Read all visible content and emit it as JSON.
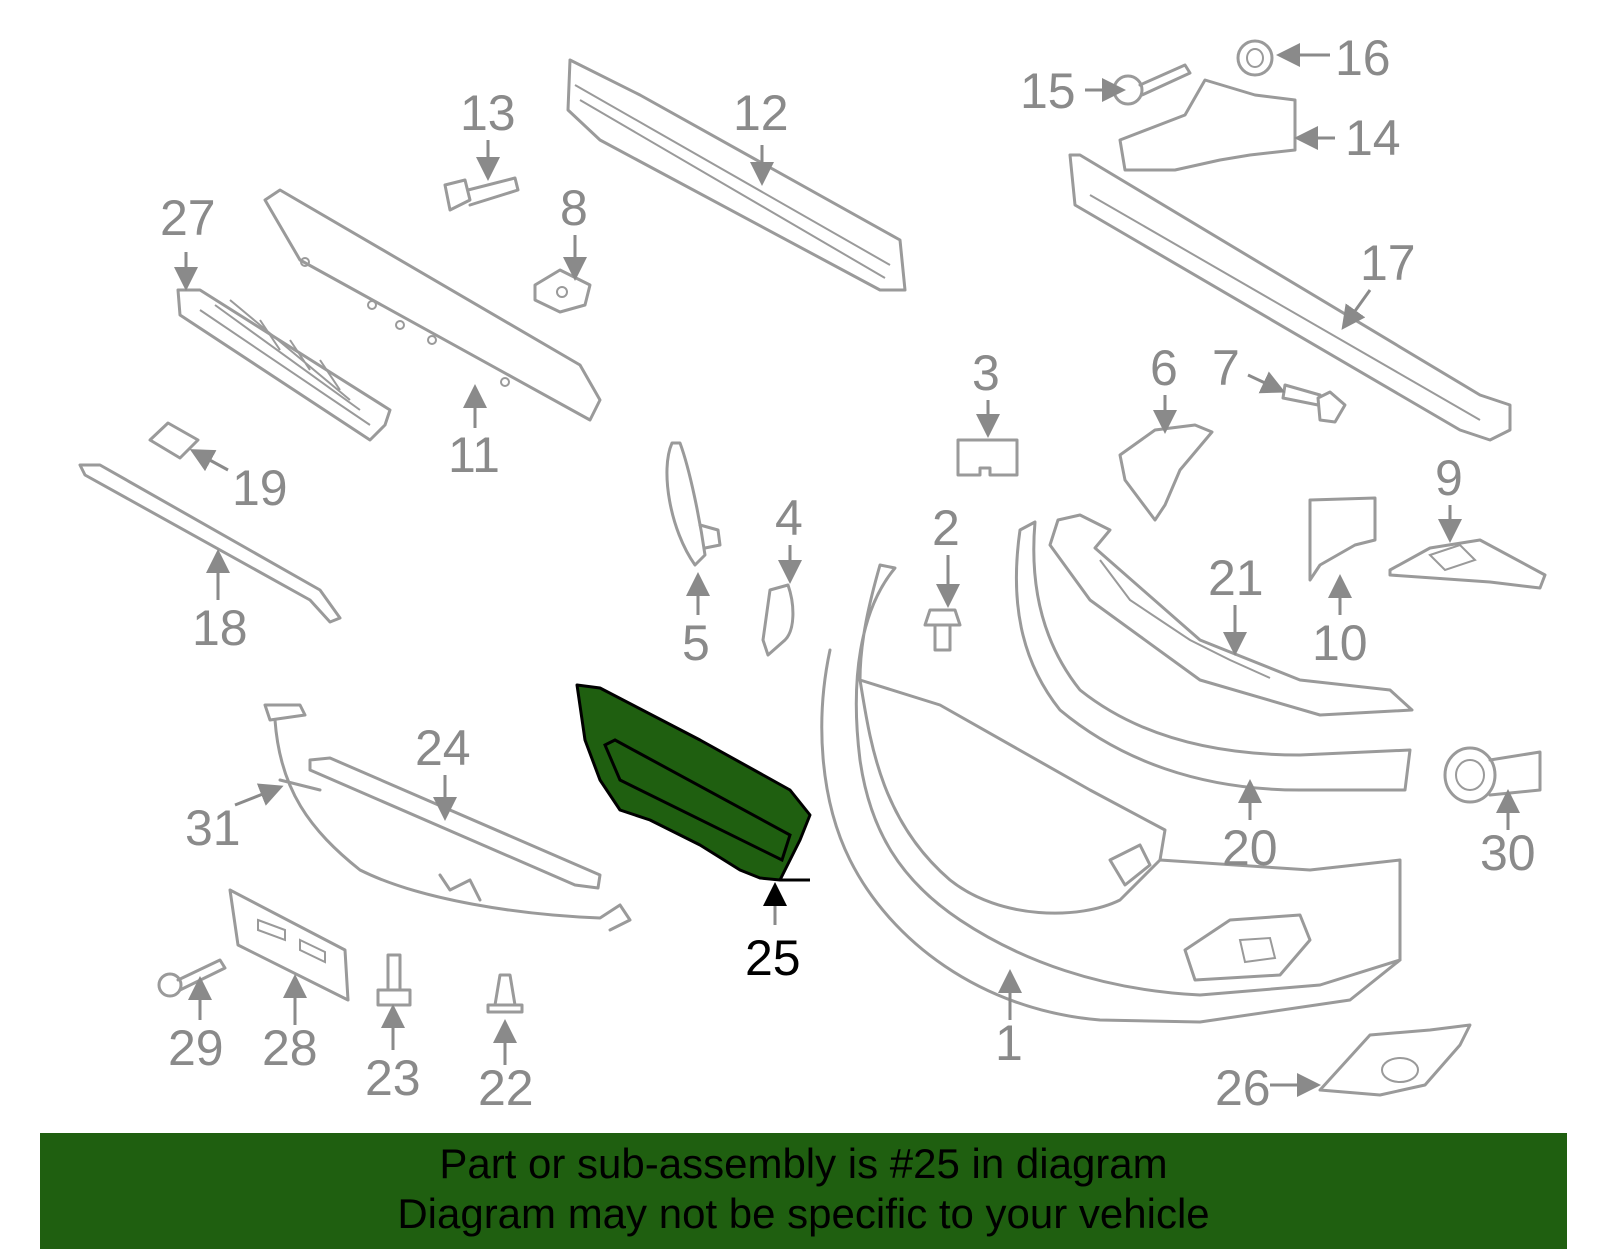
{
  "diagram": {
    "highlight_color": "#1f5f10",
    "line_color": "#9a9a9a",
    "highlighted_part": "25",
    "callouts": {
      "c1": "1",
      "c2": "2",
      "c3": "3",
      "c4": "4",
      "c5": "5",
      "c6": "6",
      "c7": "7",
      "c8": "8",
      "c9": "9",
      "c10": "10",
      "c11": "11",
      "c12": "12",
      "c13": "13",
      "c14": "14",
      "c15": "15",
      "c16": "16",
      "c17": "17",
      "c18": "18",
      "c19": "19",
      "c20": "20",
      "c21": "21",
      "c22": "22",
      "c23": "23",
      "c24": "24",
      "c25": "25",
      "c26": "26",
      "c27": "27",
      "c28": "28",
      "c29": "29",
      "c30": "30",
      "c31": "31"
    }
  },
  "banner": {
    "background": "#1f5f10",
    "line1": "Part or sub-assembly is #25 in diagram",
    "line2": "Diagram may not be specific to your vehicle"
  }
}
